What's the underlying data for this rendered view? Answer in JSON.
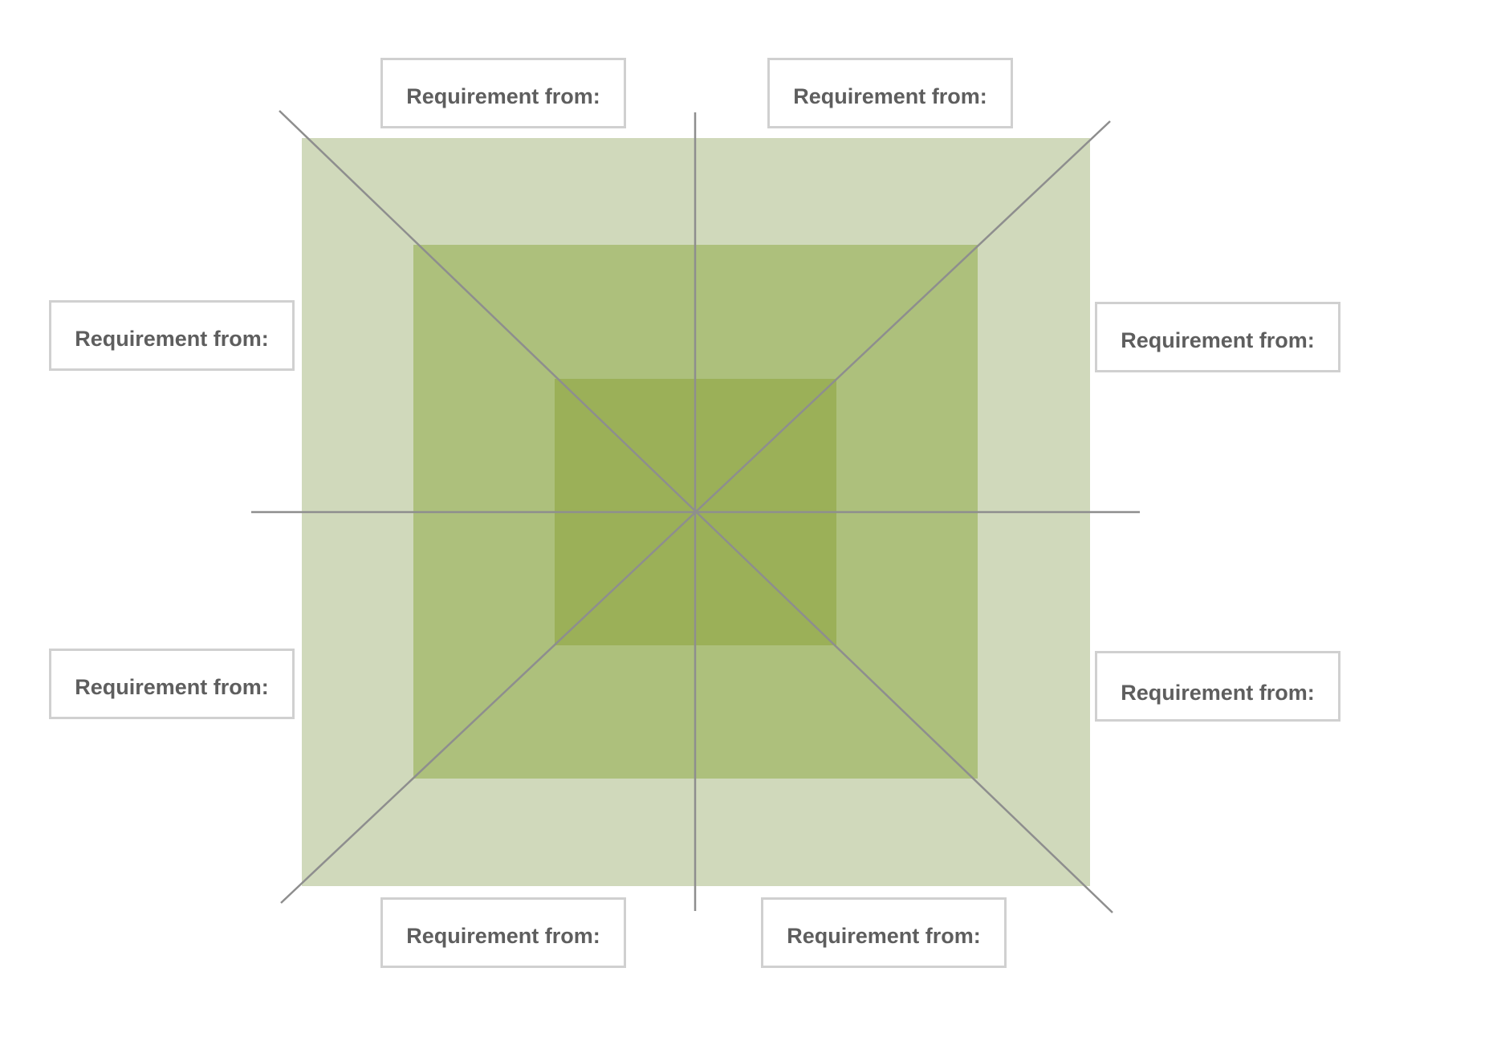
{
  "diagram": {
    "colors": {
      "outer_square": "#d0d9bb",
      "middle_square": "#adc07c",
      "inner_square": "#9bb058",
      "axis_lines": "#8e8e8e",
      "label_border": "#d0d0d0",
      "label_text": "#5e5e5e"
    },
    "labels": [
      {
        "id": "top-left",
        "text": "Requirement from:"
      },
      {
        "id": "top-right",
        "text": "Requirement from:"
      },
      {
        "id": "left-upper",
        "text": "Requirement from:"
      },
      {
        "id": "right-upper",
        "text": "Requirement from:"
      },
      {
        "id": "left-lower",
        "text": "Requirement from:"
      },
      {
        "id": "right-lower",
        "text": "Requirement from:"
      },
      {
        "id": "bottom-left",
        "text": "Requirement from:"
      },
      {
        "id": "bottom-right",
        "text": "Requirement from:"
      }
    ]
  }
}
